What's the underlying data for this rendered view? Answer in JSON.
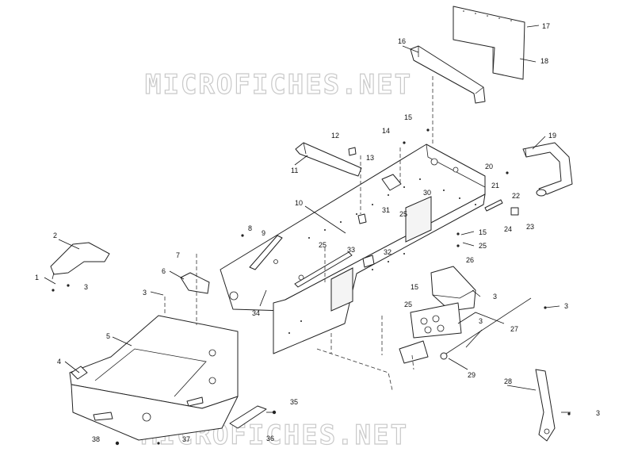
{
  "watermark": {
    "top_text": "MICROFICHES.NET",
    "bottom_text": "MICROFICHES.NET"
  },
  "callouts": {
    "c1": "1",
    "c2": "2",
    "c3a": "3",
    "c3b": "3",
    "c3c": "3",
    "c3d": "3",
    "c3e": "3",
    "c3f": "3",
    "c4": "4",
    "c5": "5",
    "c6": "6",
    "c7": "7",
    "c8": "8",
    "c9": "9",
    "c10": "10",
    "c11": "11",
    "c12": "12",
    "c13": "13",
    "c14": "14",
    "c15a": "15",
    "c15b": "15",
    "c15c": "15",
    "c16": "16",
    "c17": "17",
    "c18": "18",
    "c19": "19",
    "c20": "20",
    "c21": "21",
    "c22": "22",
    "c23": "23",
    "c24": "24",
    "c25a": "25",
    "c25b": "25",
    "c25c": "25",
    "c25d": "25",
    "c26": "26",
    "c27": "27",
    "c28": "28",
    "c29": "29",
    "c30": "30",
    "c31": "31",
    "c32": "32",
    "c33": "33",
    "c34": "34",
    "c35": "35",
    "c36": "36",
    "c37": "37",
    "c38": "38"
  },
  "colors": {
    "line": "#222222",
    "watermark": "#c9c9c9",
    "background": "#ffffff"
  }
}
